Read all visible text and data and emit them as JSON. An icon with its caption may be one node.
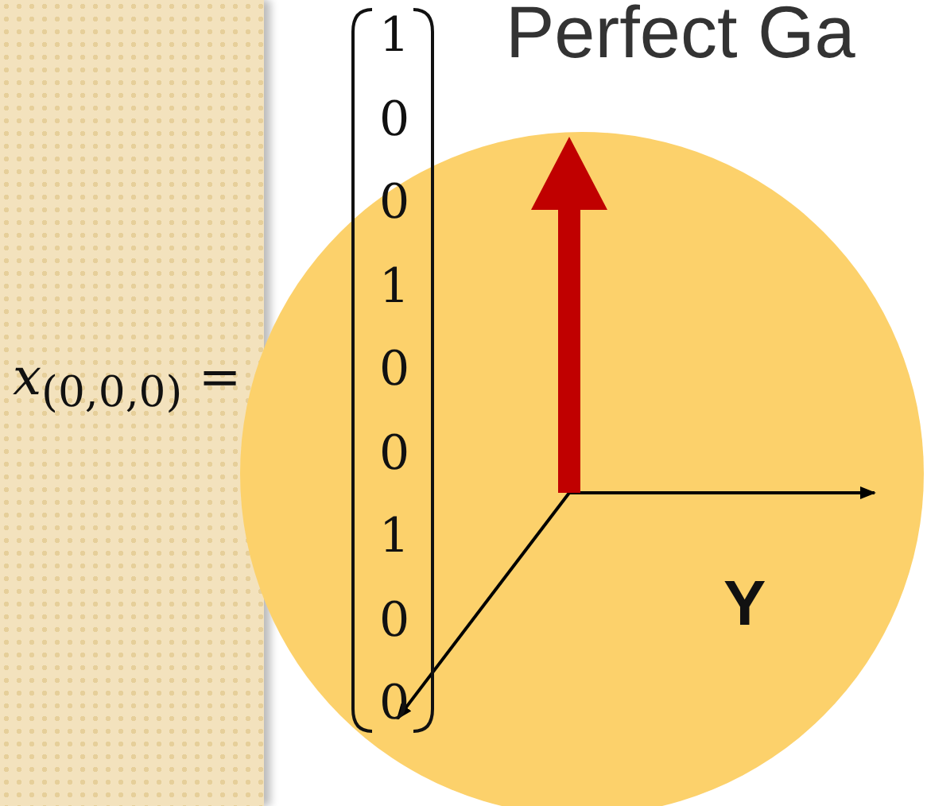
{
  "diagram": {
    "title": "Perfect Ga",
    "labels": [
      "*x*$_{(0,0,0)}$ =",
      "1",
      "0",
      "0",
      "1",
      "0",
      "0",
      "1",
      "0",
      "0",
      "Y"
    ]
  }
}
